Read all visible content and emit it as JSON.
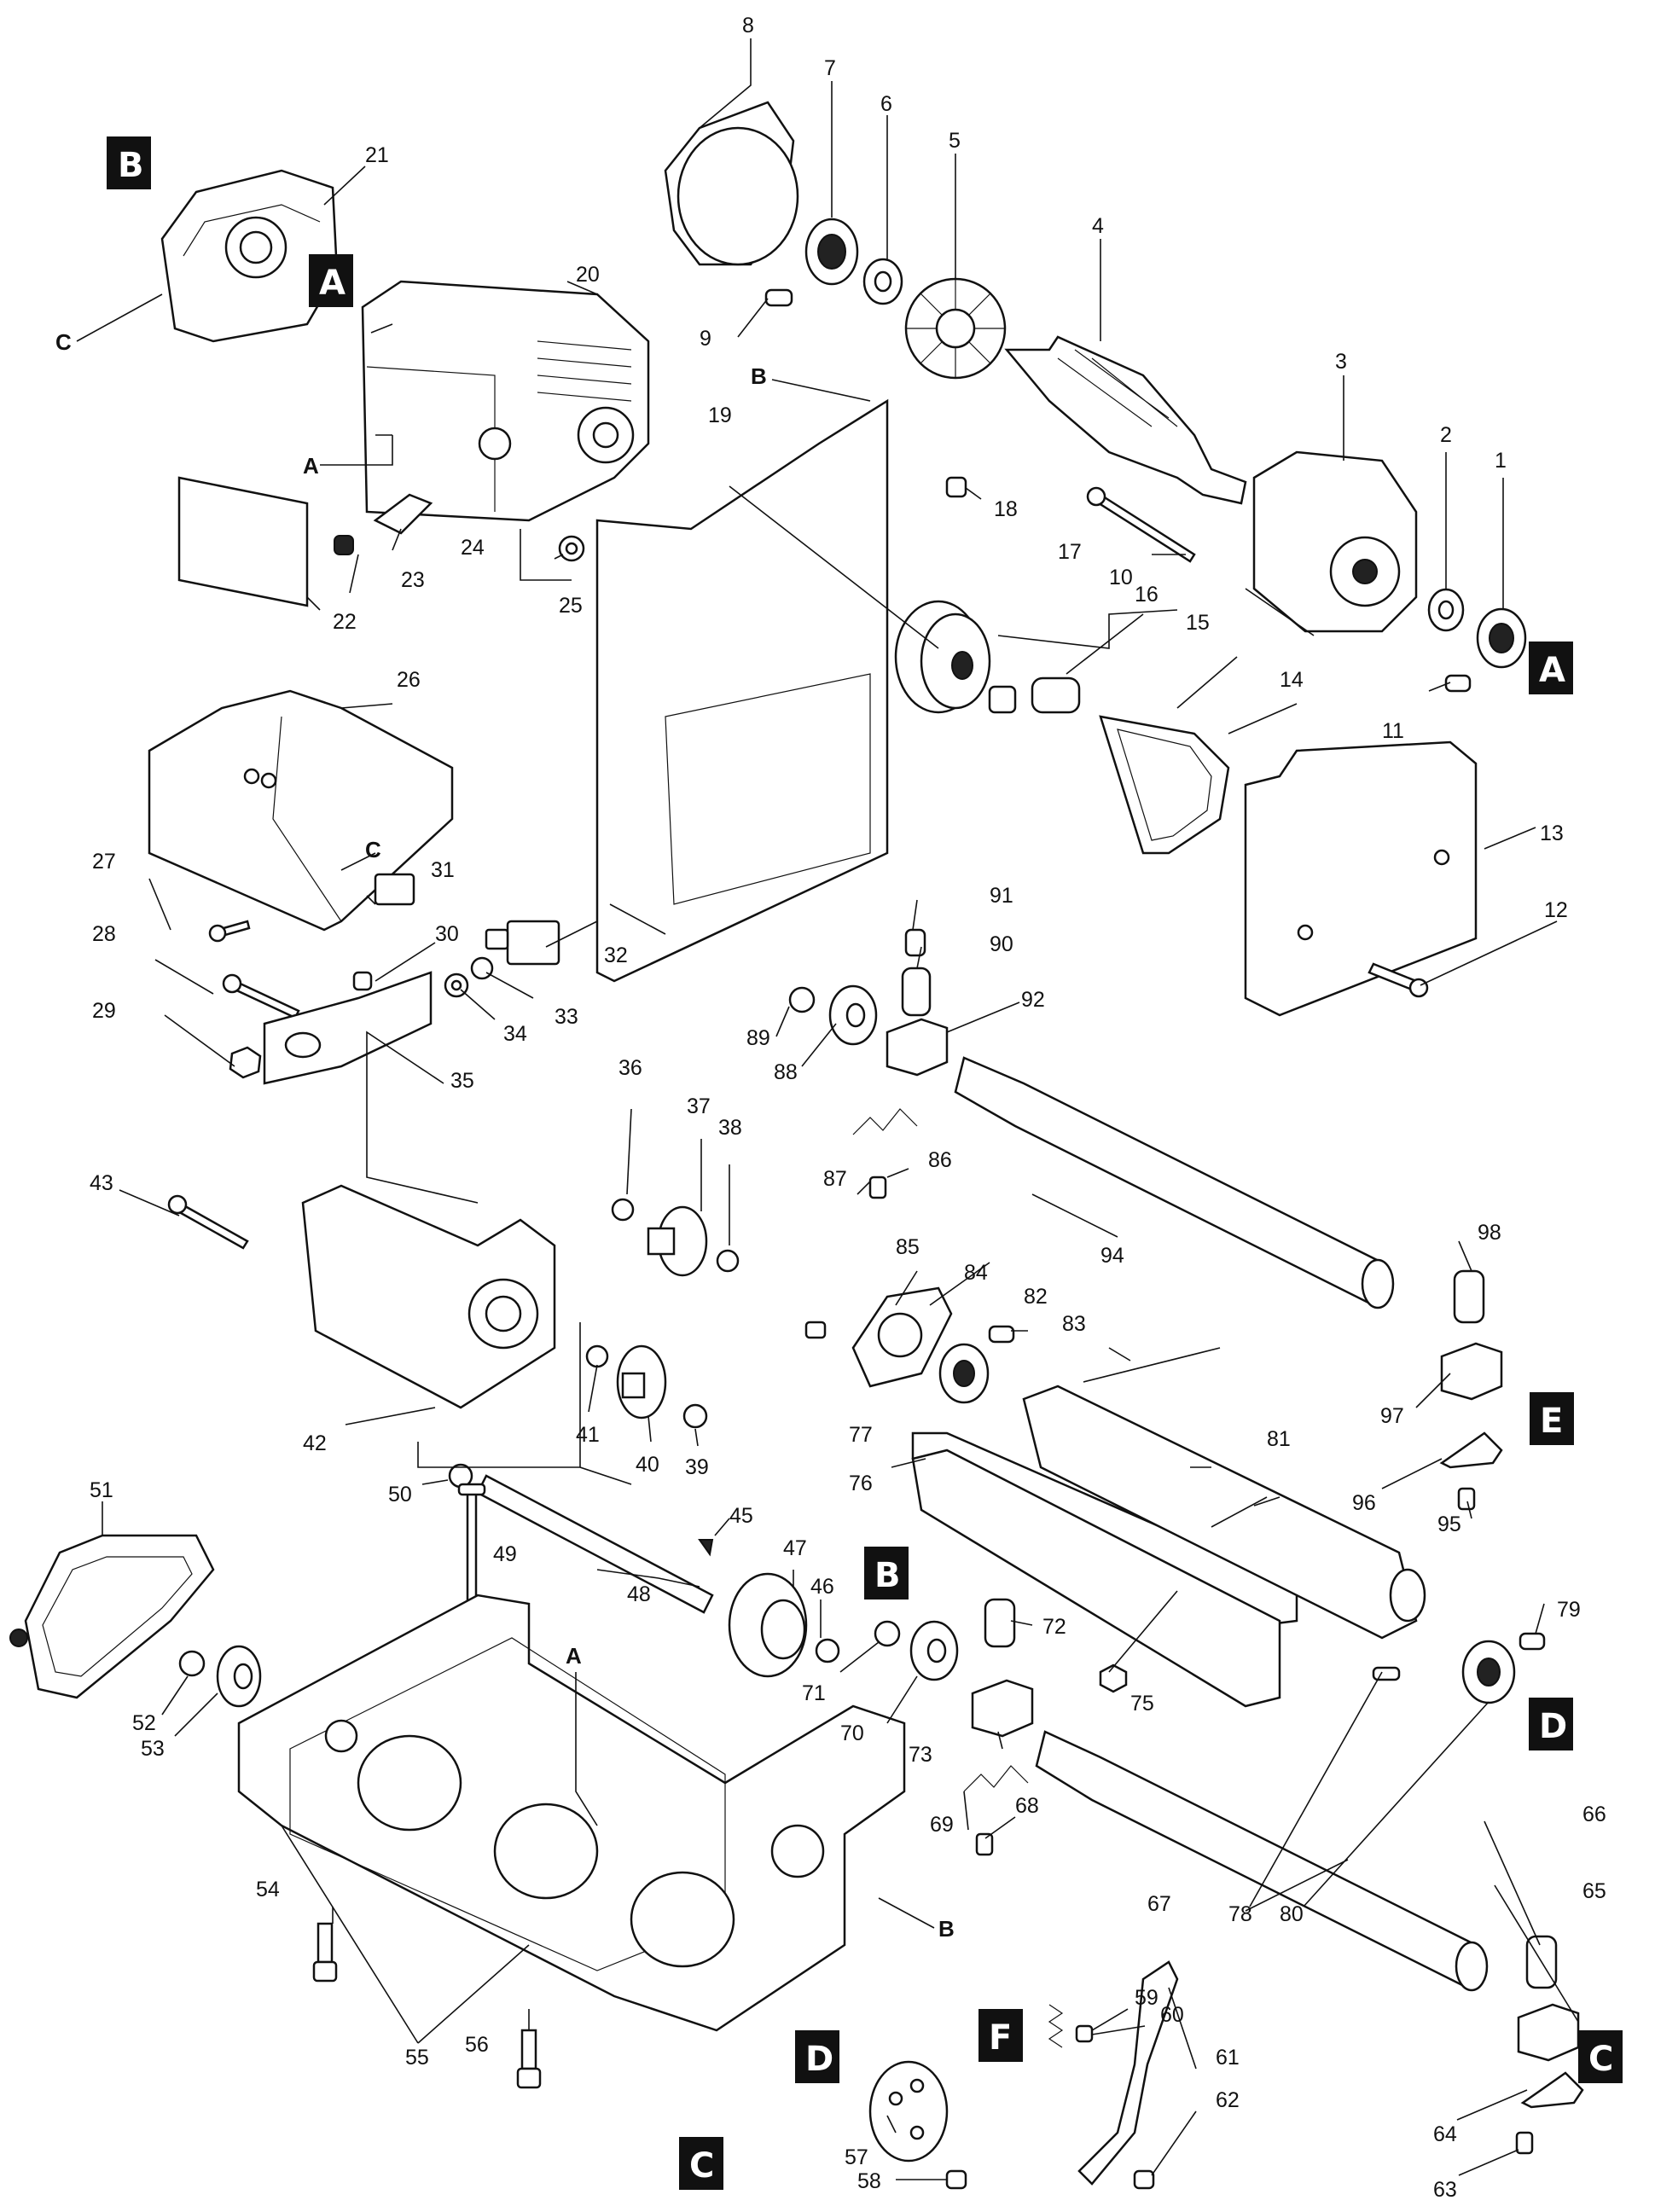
{
  "diagram": {
    "part_numbers": [
      "1",
      "2",
      "3",
      "4",
      "5",
      "6",
      "7",
      "8",
      "9",
      "10",
      "11",
      "12",
      "13",
      "14",
      "15",
      "16",
      "17",
      "18",
      "19",
      "20",
      "21",
      "22",
      "23",
      "24",
      "25",
      "26",
      "27",
      "28",
      "29",
      "30",
      "31",
      "32",
      "33",
      "34",
      "35",
      "36",
      "37",
      "38",
      "39",
      "40",
      "41",
      "42",
      "43",
      "45",
      "46",
      "47",
      "48",
      "49",
      "50",
      "51",
      "52",
      "53",
      "54",
      "55",
      "56",
      "57",
      "58",
      "59",
      "60",
      "61",
      "62",
      "63",
      "64",
      "65",
      "66",
      "67",
      "68",
      "69",
      "70",
      "71",
      "72",
      "73",
      "75",
      "76",
      "77",
      "78",
      "79",
      "80",
      "81",
      "82",
      "83",
      "84",
      "85",
      "86",
      "87",
      "88",
      "89",
      "90",
      "91",
      "92",
      "94",
      "95",
      "96",
      "97",
      "98"
    ],
    "reference_letters": {
      "B_top": "B",
      "C_left": "C",
      "A_left": "A",
      "B_plate": "B",
      "C_cover": "C",
      "A_base": "A",
      "B_base": "B"
    },
    "connection_tags": {
      "B_top": "B",
      "A_top": "A",
      "A_right": "A",
      "E_right": "E",
      "B_mid": "B",
      "D_right": "D",
      "F_bottom": "F",
      "D_bottom": "D",
      "C_bottom": "C",
      "C_right": "C"
    }
  }
}
